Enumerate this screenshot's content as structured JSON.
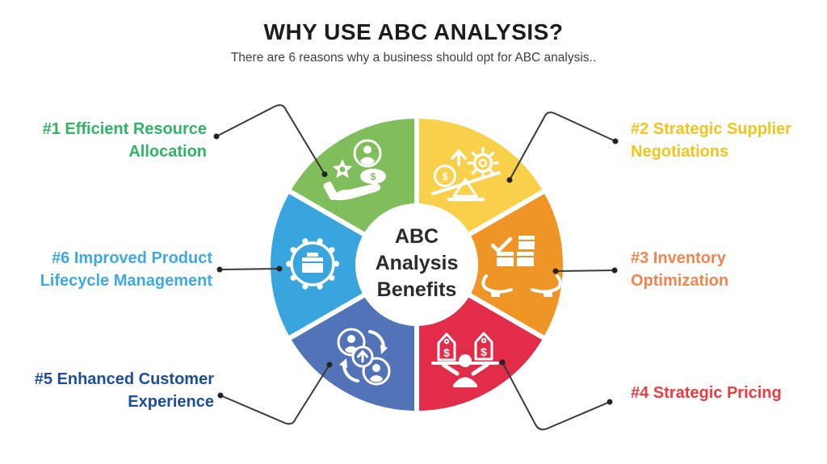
{
  "header": {
    "title": "WHY USE ABC ANALYSIS?",
    "subtitle": "There are 6 reasons why a business should opt for ABC analysis.."
  },
  "center_label": {
    "line1": "ABC",
    "line2": "Analysis",
    "line3": "Benefits"
  },
  "reasons": [
    {
      "line1": "#1 Efficient Resource",
      "line2": "Allocation",
      "text_color": "#2eb566",
      "segment_color": "#7fbe5b",
      "icon": "hand-resources-icon"
    },
    {
      "line1": "#2 Strategic Supplier",
      "line2": "Negotiations",
      "text_color": "#f2c51d",
      "segment_color": "#f8d04a",
      "icon": "balance-negotiation-icon"
    },
    {
      "line1": "#3 Inventory",
      "line2": "Optimization",
      "text_color": "#f0854d",
      "segment_color": "#ee9526",
      "icon": "inventory-boxes-icon"
    },
    {
      "line1": "#4 Strategic Pricing",
      "line2": "",
      "text_color": "#ee3a41",
      "segment_color": "#e32b4a",
      "icon": "price-tags-icon"
    },
    {
      "line1": "#5 Enhanced Customer",
      "line2": "Experience",
      "text_color": "#1d4da3",
      "segment_color": "#5273b7",
      "icon": "customer-loop-icon"
    },
    {
      "line1": "#6 Improved Product",
      "line2": "Lifecycle Management",
      "text_color": "#3fa9e1",
      "segment_color": "#39a5df",
      "icon": "gear-box-icon"
    }
  ],
  "icon_glyphs": {
    "dollar": "$"
  },
  "connector_color": "#3a3a3a",
  "connector_dot_color": "#232323"
}
